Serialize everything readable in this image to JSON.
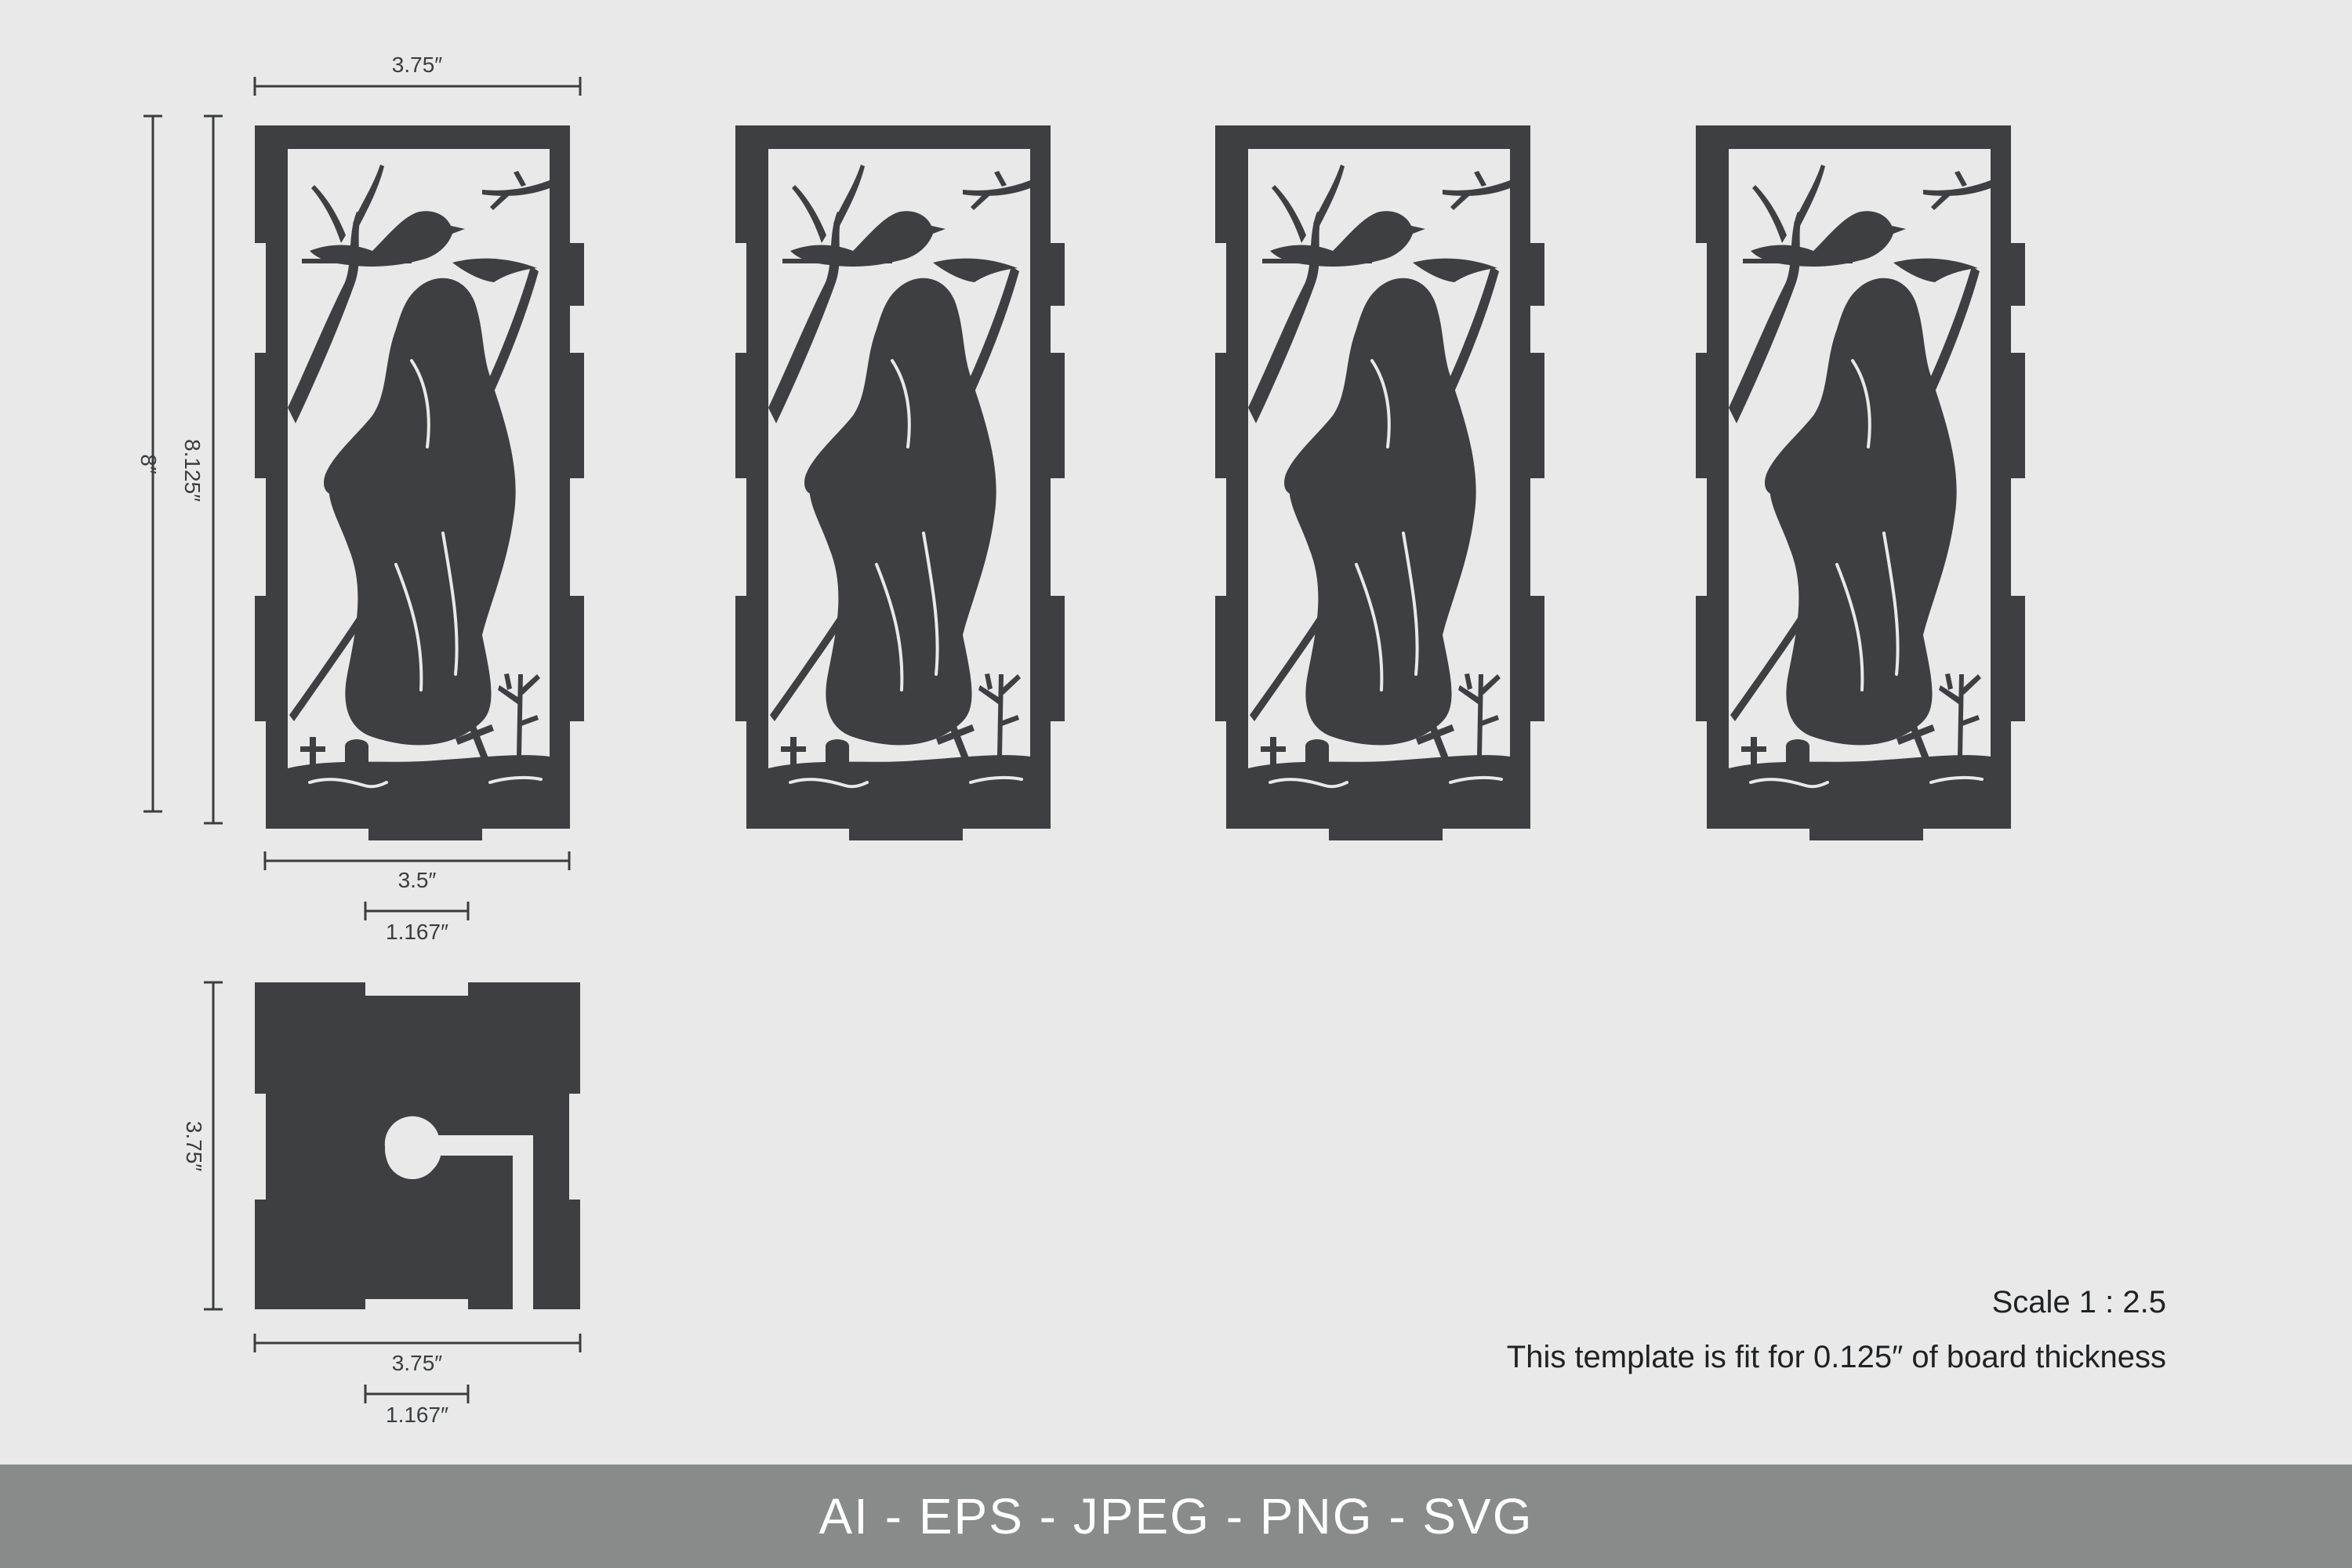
{
  "colors": {
    "background": "#e9e9e9",
    "panel": "#3d3f42",
    "dimension_line": "#3a3d40",
    "footer_bar": "#878c8a",
    "footer_text": "#ffffff"
  },
  "side_panel": {
    "count": 4,
    "artwork": "grim-reaper-with-scythe-crow-dead-trees-graveyard-crosses"
  },
  "dimensions": {
    "panel_top_width": "3.75″",
    "panel_outer_height": "8″",
    "panel_inner_height": "8.125″",
    "panel_bottom_width": "3.5″",
    "panel_tab_width": "1.167″",
    "base_height": "3.75″",
    "base_width": "3.75″",
    "base_tab_width": "1.167″"
  },
  "notes": {
    "scale": "Scale 1 : 2.5",
    "thickness": "This template is fit for 0.125″ of board thickness"
  },
  "footer": {
    "formats": "AI - EPS - JPEG - PNG - SVG"
  }
}
